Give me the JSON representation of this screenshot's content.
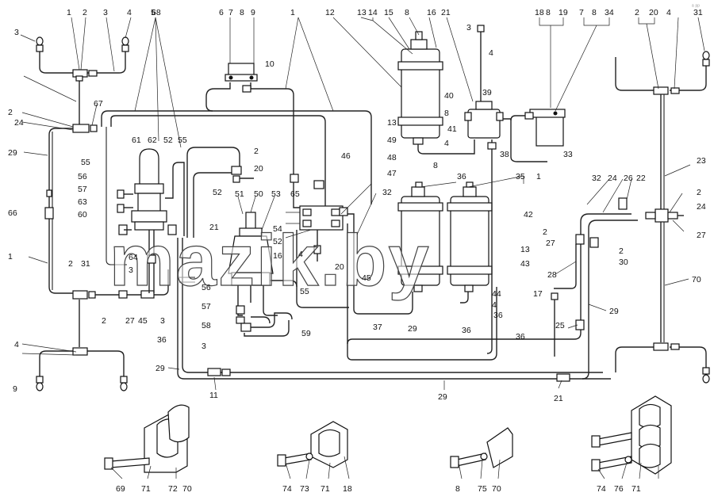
{
  "watermark": "mazik.by",
  "corner_mark": "ᵃ ᵖᵖ",
  "callouts": [
    "1",
    "2",
    "3",
    "4",
    "3",
    "68",
    "2",
    "24",
    "67",
    "29",
    "66",
    "1",
    "2",
    "31",
    "2",
    "27",
    "45",
    "3",
    "4",
    "9",
    "55",
    "56",
    "57",
    "63",
    "60",
    "61",
    "62",
    "52",
    "55",
    "64",
    "3",
    "5",
    "6",
    "7",
    "8",
    "9",
    "10",
    "1",
    "2",
    "20",
    "52",
    "51",
    "50",
    "53",
    "54",
    "52",
    "16",
    "4",
    "65",
    "21",
    "20",
    "55",
    "56",
    "57",
    "58",
    "3",
    "59",
    "36",
    "29",
    "11",
    "12",
    "13",
    "14",
    "15",
    "8",
    "16",
    "21",
    "3",
    "4",
    "39",
    "40",
    "8",
    "41",
    "4",
    "38",
    "8",
    "13",
    "49",
    "48",
    "47",
    "32",
    "46",
    "45",
    "37",
    "36",
    "42",
    "13",
    "43",
    "44",
    "4",
    "36",
    "29",
    "36",
    "36",
    "29",
    "21",
    "17",
    "18",
    "8",
    "19",
    "7",
    "8",
    "34",
    "33",
    "35",
    "1",
    "2",
    "20",
    "4",
    "31",
    "32",
    "24",
    "26",
    "22",
    "23",
    "2",
    "24",
    "27",
    "2",
    "27",
    "2",
    "30",
    "28",
    "29",
    "25",
    "70",
    "69",
    "71",
    "72",
    "70",
    "74",
    "73",
    "71",
    "18",
    "8",
    "75",
    "70",
    "74",
    "76",
    "71"
  ]
}
